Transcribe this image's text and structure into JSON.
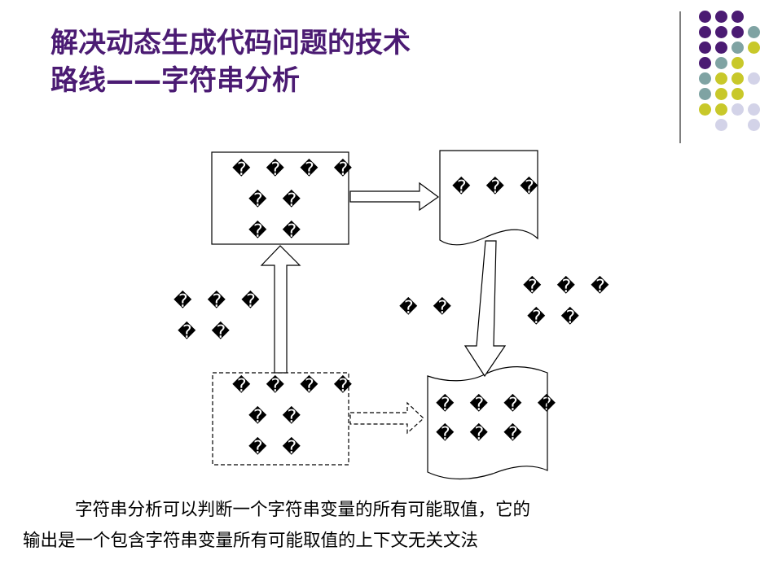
{
  "slide": {
    "title_line1": "解决动态生成代码问题的技术",
    "title_line2": "路线——字符串分析",
    "caption_line1": "字符串分析可以判断一个字符串变量的所有可能取值，它的",
    "caption_line2": "输出是一个包含字符串变量所有可能取值的上下文无关文法",
    "colors": {
      "title": "#4b1b73",
      "dot_purple": "#4b1b73",
      "dot_teal": "#7fa3a3",
      "dot_olive": "#c8c82a",
      "dot_lavender": "#d3d3e8"
    }
  },
  "diagram": {
    "box_top_left": [
      "� � � �",
      "� �",
      "� �"
    ],
    "doc_top_right": [
      "� � �"
    ],
    "label_left": [
      "� � �",
      "� �"
    ],
    "label_middle": [
      "� �"
    ],
    "label_right": [
      "� � �",
      "� �"
    ],
    "box_bottom_left": [
      "� � � �",
      "� �",
      "� �"
    ],
    "doc_bottom_right": [
      "� � � �",
      "� � �"
    ]
  }
}
